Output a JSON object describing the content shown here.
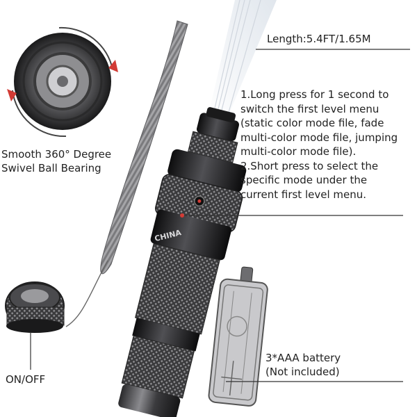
{
  "labels": {
    "length": "Length:5.4FT/1.65M",
    "instructions": [
      "1.Long press for 1 second to",
      "switch the first level menu",
      "(static color mode file, fade",
      "multi-color mode file, jumping",
      "multi-color mode file).",
      "2.Short press to select the",
      "specific mode under the",
      "current first level menu."
    ],
    "swivel": [
      "Smooth 360° Degree",
      "Swivel Ball Bearing"
    ],
    "power": "ON/OFF",
    "battery": [
      "3*AAA battery",
      "(Not included)"
    ],
    "brand": "CHINA"
  },
  "colors": {
    "body_dark": "#1c1c1e",
    "body_metal": "#6b6b6e",
    "fiber": "#e9edf2",
    "arrow_red": "#d23b35",
    "leader_line": "#333333"
  }
}
